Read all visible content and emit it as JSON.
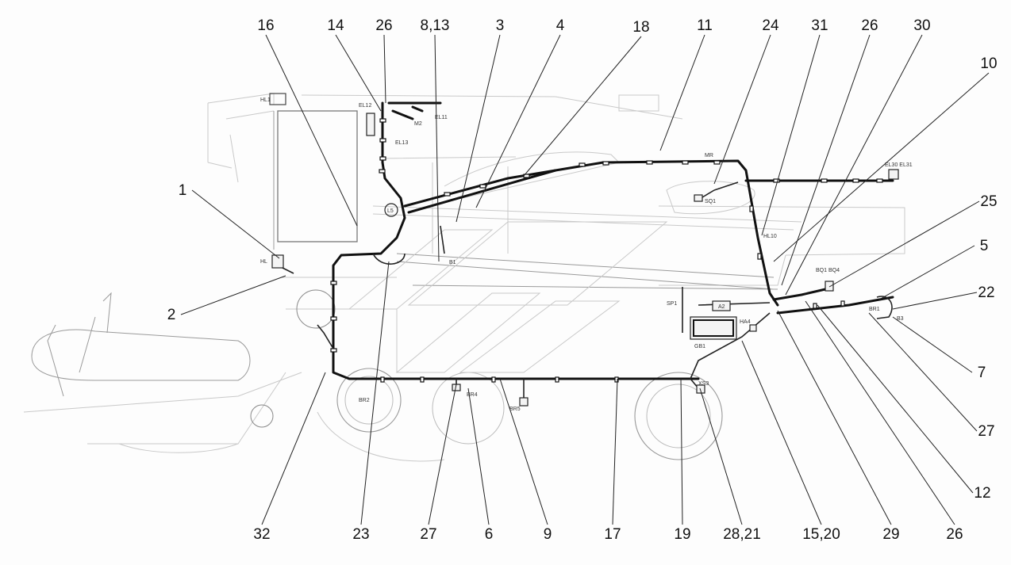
{
  "callouts_top": [
    "16",
    "14",
    "26",
    "8,13",
    "3",
    "4",
    "18",
    "11",
    "24",
    "31",
    "26",
    "30",
    "10"
  ],
  "callouts_left": [
    "1",
    "2"
  ],
  "callouts_right": [
    "25",
    "5",
    "22",
    "7",
    "27",
    "12"
  ],
  "callouts_bottom": [
    "32",
    "23",
    "27",
    "6",
    "9",
    "17",
    "19",
    "28,21",
    "15,20",
    "29",
    "26"
  ],
  "component_labels": {
    "hl1": "HL1",
    "el12": "EL12",
    "m2": "M2",
    "el11": "EL11",
    "el13": "EL13",
    "hl_left": "HL",
    "b1": "B1",
    "mr": "MR",
    "sq1": "SQ1",
    "el30_31": "EL30  EL31",
    "hl10": "HL10",
    "bq1_bq4": "BQ1  BQ4",
    "sp1": "SP1",
    "a2": "A2",
    "ha4": "HA4",
    "gb1": "GB1",
    "br1": "BR1",
    "b3": "B3",
    "xs3": "XS3",
    "br2": "BR2",
    "br4": "BR4",
    "br5": "BR5",
    "l5": "L5"
  }
}
